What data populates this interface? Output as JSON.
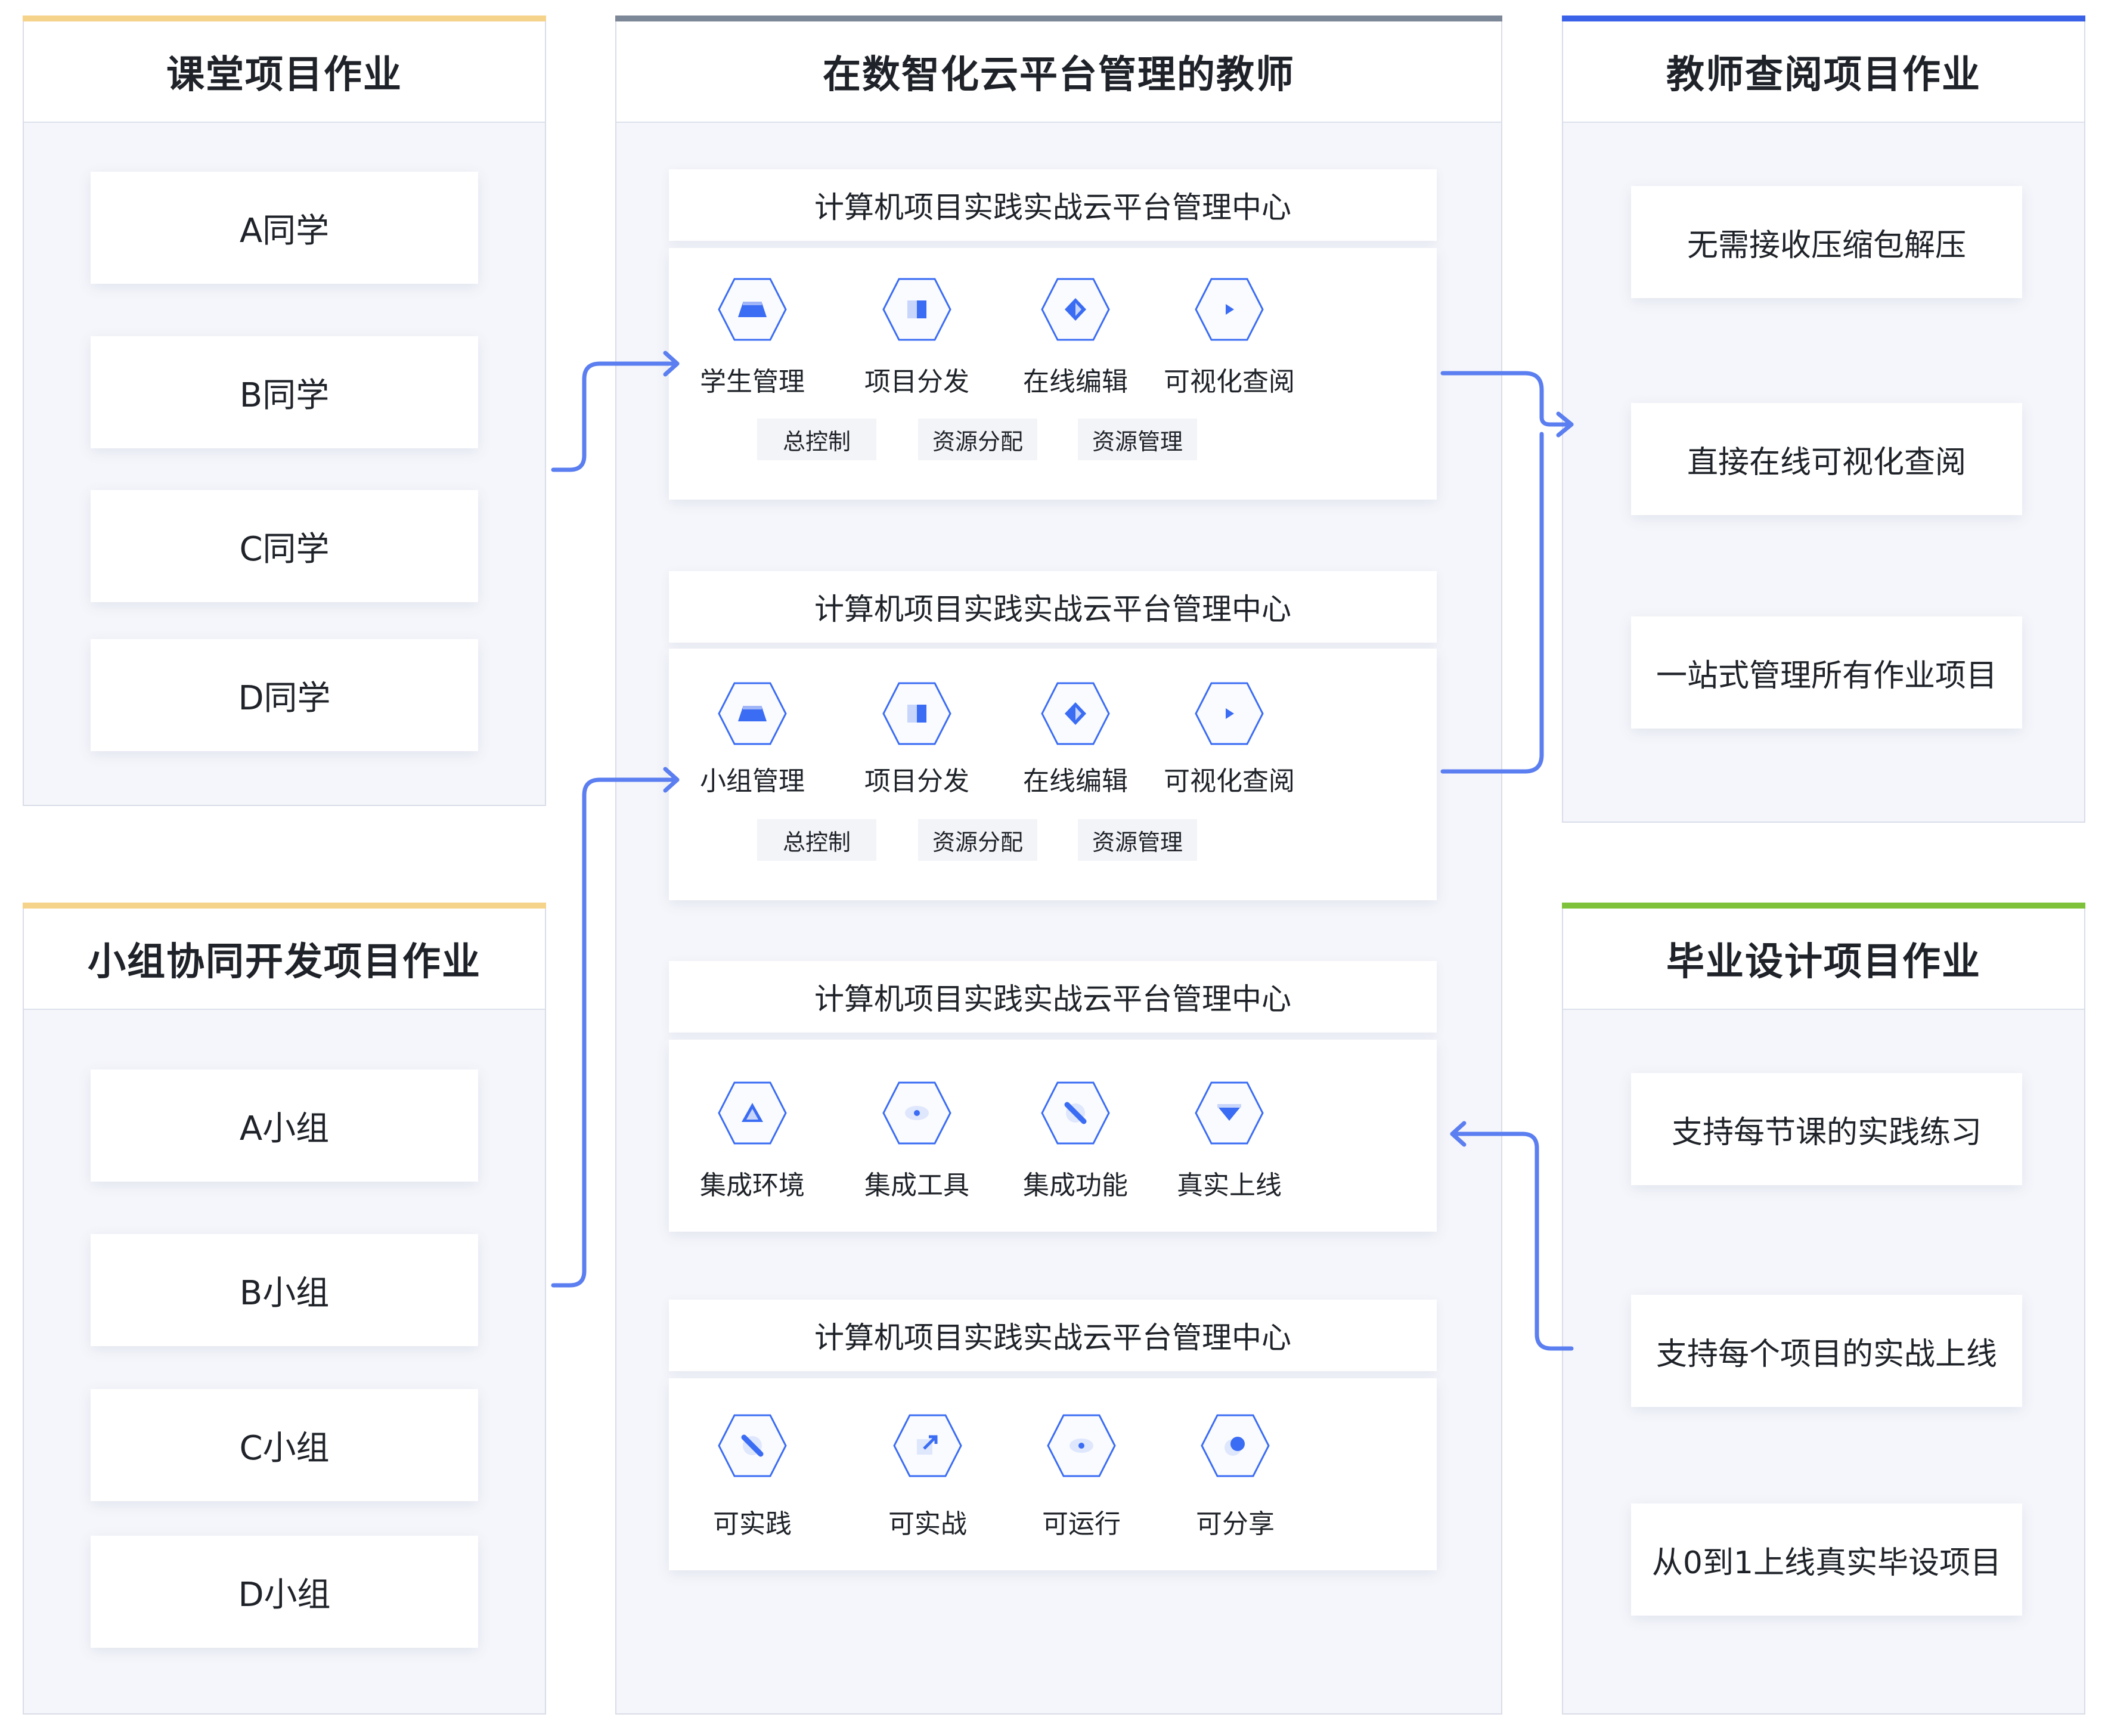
{
  "colors": {
    "yellow": "#f6d38a",
    "slate": "#7c8798",
    "blue": "#3a62e8",
    "green": "#7dc23a",
    "arrow": "#5b7ef0",
    "icon_blue": "#3a6cf4"
  },
  "left_top": {
    "title": "课堂项目作业",
    "items": [
      "A同学",
      "B同学",
      "C同学",
      "D同学"
    ]
  },
  "left_bottom": {
    "title": "小组协同开发项目作业",
    "items": [
      "A小组",
      "B小组",
      "C小组",
      "D小组"
    ]
  },
  "center": {
    "title": "在数智化云平台管理的教师",
    "blocks": [
      {
        "head": "计算机项目实践实战云平台管理中心",
        "features": [
          {
            "label": "学生管理",
            "icon": "trapezoid-icon"
          },
          {
            "label": "项目分发",
            "icon": "split-square-icon"
          },
          {
            "label": "在线编辑",
            "icon": "diamond-icon"
          },
          {
            "label": "可视化查阅",
            "icon": "play-icon"
          }
        ],
        "tags": [
          "总控制",
          "资源分配",
          "资源管理"
        ]
      },
      {
        "head": "计算机项目实践实战云平台管理中心",
        "features": [
          {
            "label": "小组管理",
            "icon": "trapezoid-icon"
          },
          {
            "label": "项目分发",
            "icon": "split-square-icon"
          },
          {
            "label": "在线编辑",
            "icon": "diamond-icon"
          },
          {
            "label": "可视化查阅",
            "icon": "play-icon"
          }
        ],
        "tags": [
          "总控制",
          "资源分配",
          "资源管理"
        ]
      },
      {
        "head": "计算机项目实践实战云平台管理中心",
        "features": [
          {
            "label": "集成环境",
            "icon": "triangle-icon"
          },
          {
            "label": "集成工具",
            "icon": "eye-dot-icon"
          },
          {
            "label": "集成功能",
            "icon": "slash-icon"
          },
          {
            "label": "真实上线",
            "icon": "down-triangle-icon"
          }
        ]
      },
      {
        "head": "计算机项目实践实战云平台管理中心",
        "features": [
          {
            "label": "可实践",
            "icon": "slash-icon"
          },
          {
            "label": "可实战",
            "icon": "arrow-out-icon"
          },
          {
            "label": "可运行",
            "icon": "eye-dot-icon"
          },
          {
            "label": "可分享",
            "icon": "bubble-icon"
          }
        ]
      }
    ]
  },
  "right_top": {
    "title": "教师查阅项目作业",
    "items": [
      "无需接收压缩包解压",
      "直接在线可视化查阅",
      "一站式管理所有作业项目"
    ]
  },
  "right_bottom": {
    "title": "毕业设计项目作业",
    "items": [
      "支持每节课的实践练习",
      "支持每个项目的实战上线",
      "从0到1上线真实毕设项目"
    ]
  }
}
